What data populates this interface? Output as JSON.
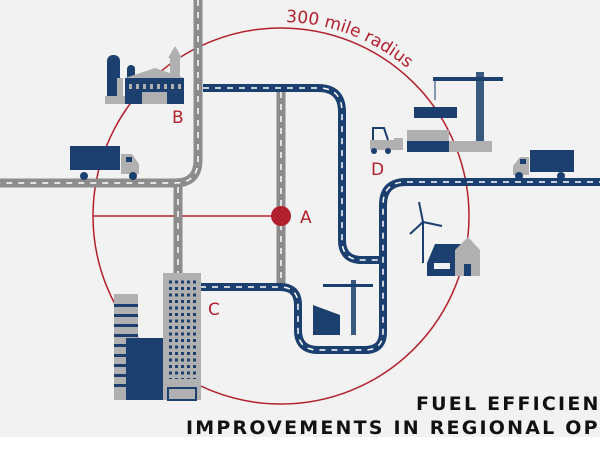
{
  "diagram": {
    "radius_label": "300 mile radius",
    "points": {
      "a": "A",
      "b": "B",
      "c": "C",
      "d": "D"
    },
    "title_line1": "FUEL EFFICIENC",
    "title_line2": "IMPROVEMENTS IN REGIONAL OPERATION"
  },
  "colors": {
    "background": "#f2f2f2",
    "accent_red": "#b3202d",
    "navy": "#1b3f6e",
    "road_gray": "#8c8c8c",
    "light_gray": "#b0b0b0"
  }
}
